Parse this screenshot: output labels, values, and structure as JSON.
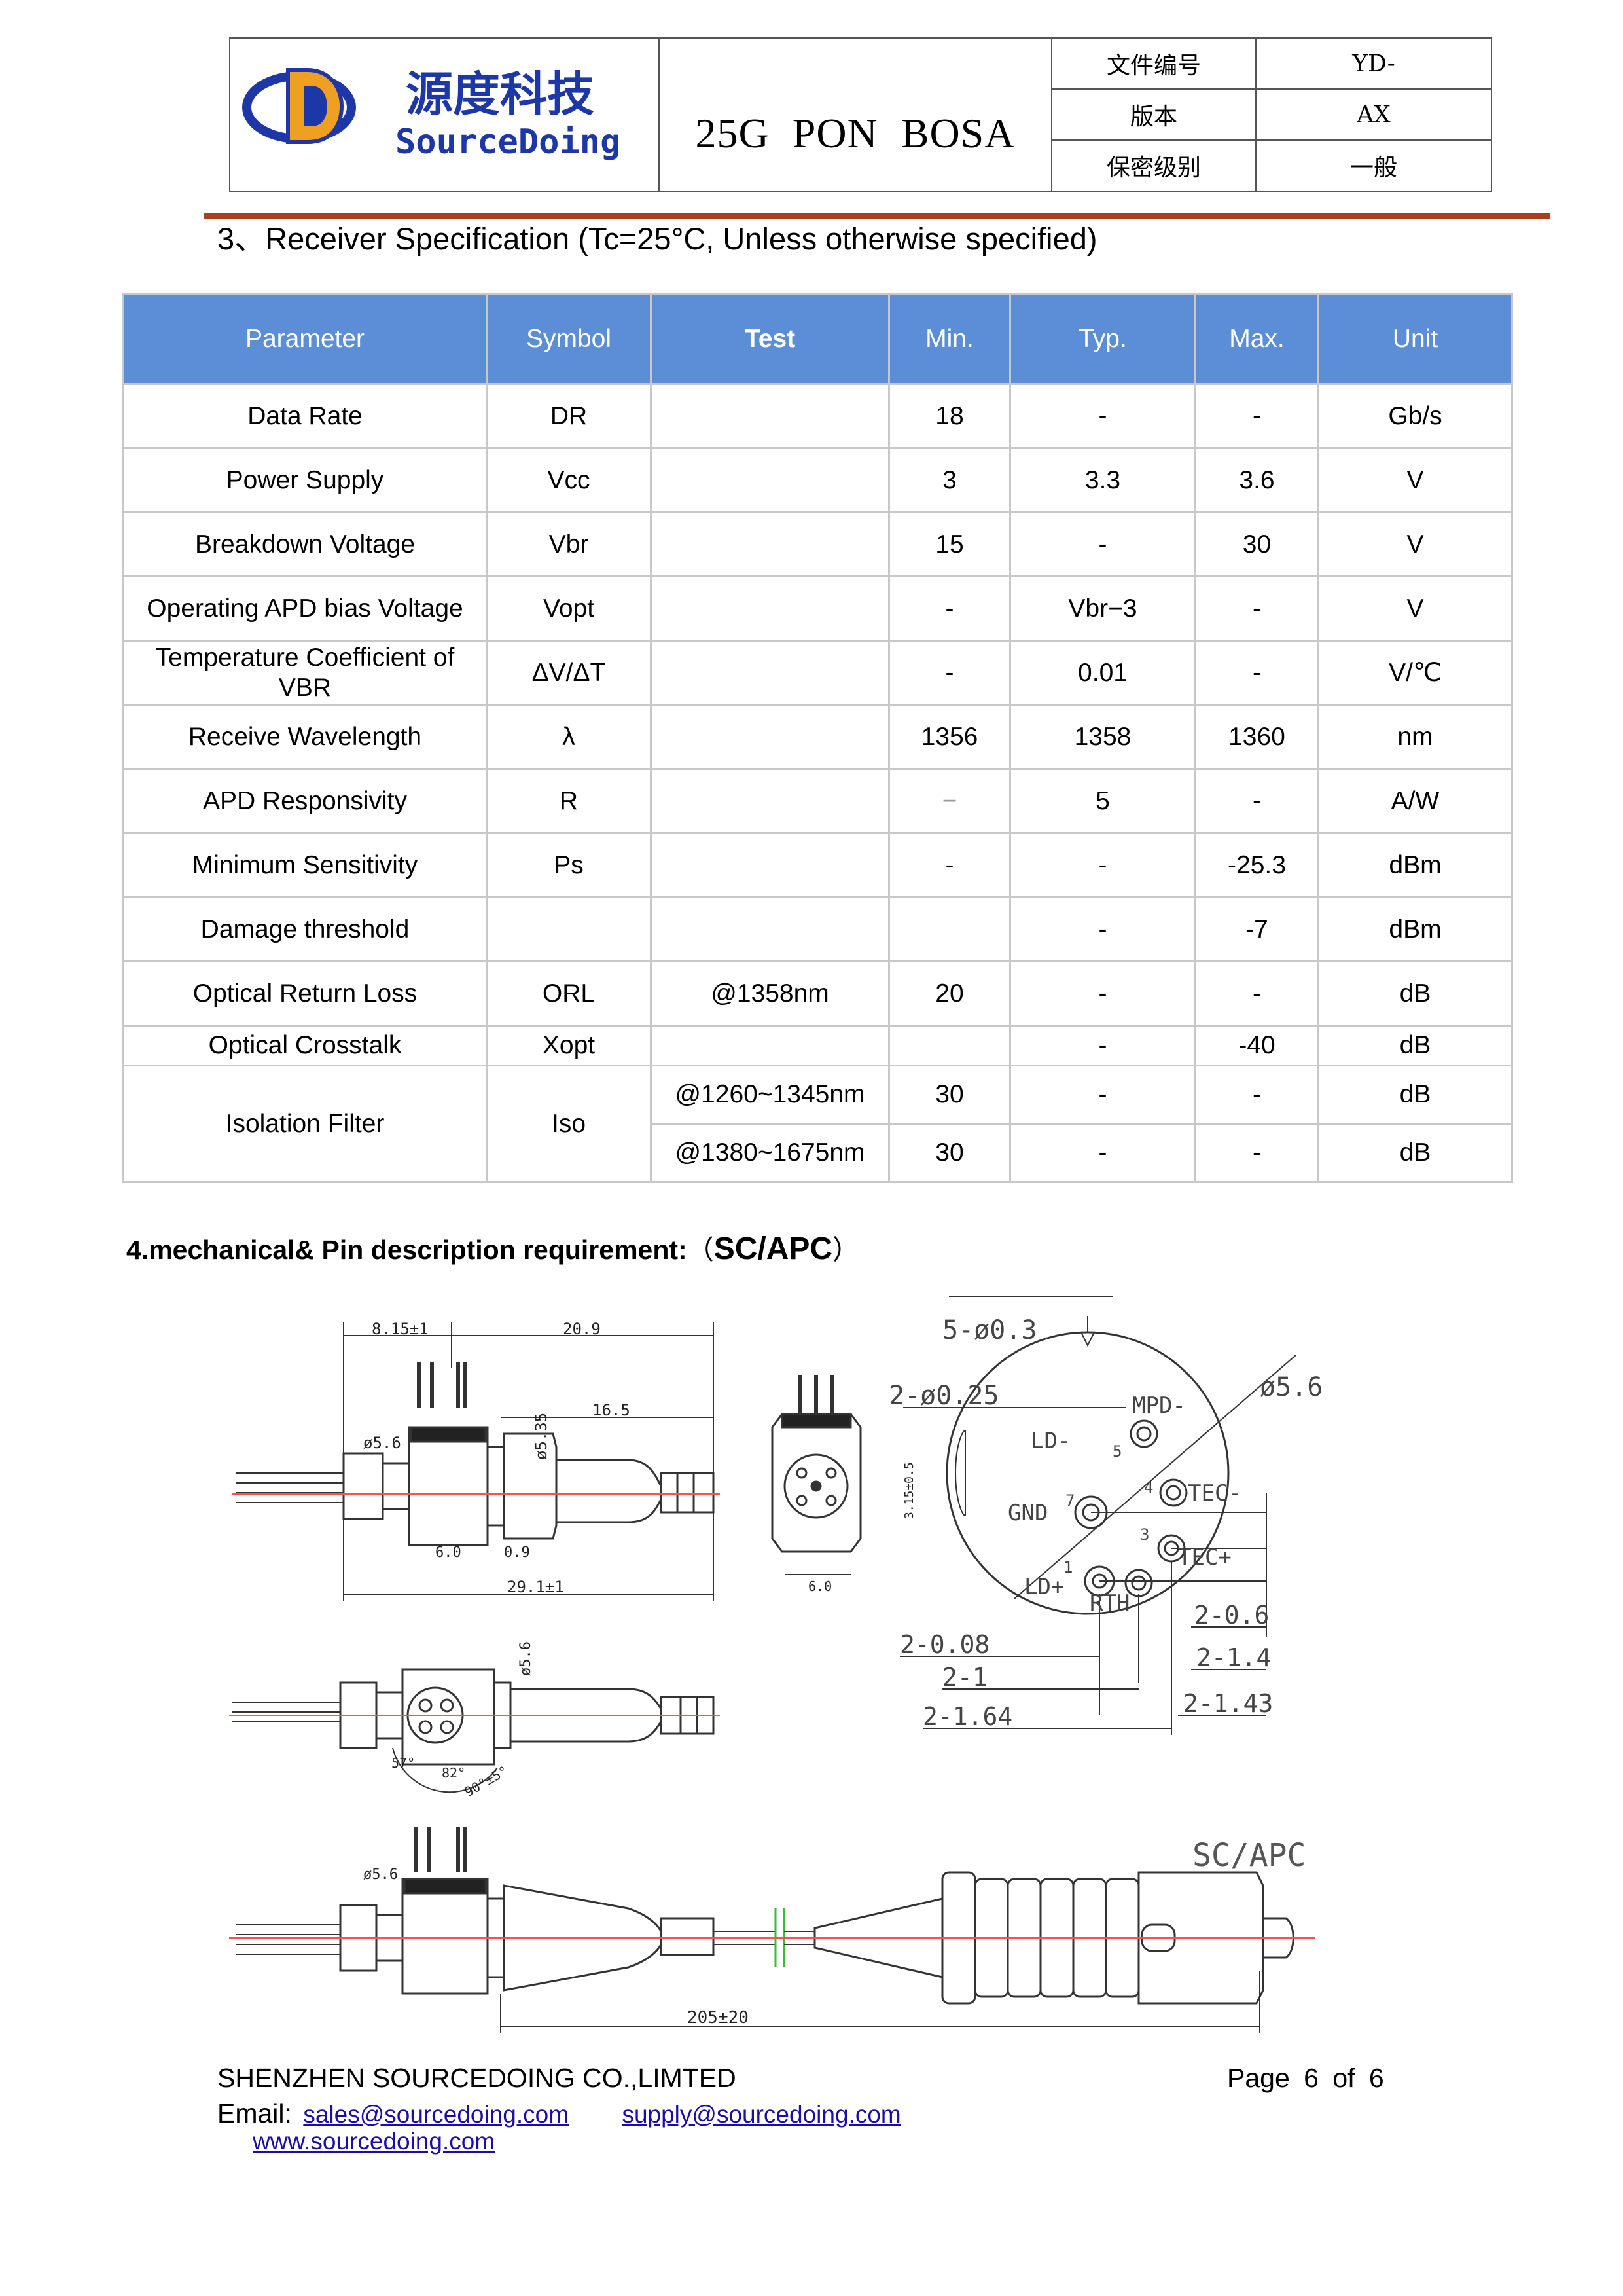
{
  "header": {
    "logo_cn": "源度科技",
    "logo_en": "SourceDoing",
    "doc_title": "25G PON BOSA",
    "meta": [
      {
        "key": "文件编号",
        "value": "YD-"
      },
      {
        "key": "版本",
        "value": "AX"
      },
      {
        "key": "保密级别",
        "value": "一般"
      }
    ]
  },
  "section3": {
    "title": "3、Receiver Specification (Tc=25°C, Unless otherwise specified)"
  },
  "table": {
    "headers": [
      "Parameter",
      "Symbol",
      "Test",
      "Min.",
      "Typ.",
      "Max.",
      "Unit"
    ],
    "rows": [
      [
        "Data Rate",
        "DR",
        "",
        "18",
        "-",
        "-",
        "Gb/s"
      ],
      [
        "Power Supply",
        "Vcc",
        "",
        "3",
        "3.3",
        "3.6",
        "V"
      ],
      [
        "Breakdown Voltage",
        "Vbr",
        "",
        "15",
        "-",
        "30",
        "V"
      ],
      [
        "Operating APD bias Voltage",
        "Vopt",
        "",
        "-",
        "Vbr−3",
        "-",
        "V"
      ],
      [
        "Temperature Coefficient of VBR",
        "ΔV/ΔT",
        "",
        "-",
        "0.01",
        "-",
        "V/℃"
      ],
      [
        "Receive Wavelength",
        "λ",
        "",
        "1356",
        "1358",
        "1360",
        "nm"
      ],
      [
        "APD Responsivity",
        "R",
        "",
        "−",
        "5",
        "-",
        "A/W"
      ],
      [
        "Minimum Sensitivity",
        "Ps",
        "",
        "-",
        "-",
        "-25.3",
        "dBm"
      ],
      [
        "Damage threshold",
        "",
        "",
        "",
        "-",
        "-7",
        "dBm"
      ],
      [
        "Optical Return Loss",
        "ORL",
        "@1358nm",
        "20",
        "-",
        "-",
        "dB"
      ],
      [
        "Optical Crosstalk",
        "Xopt",
        "",
        "",
        "-",
        "-40",
        "dB"
      ]
    ],
    "isolation": {
      "parameter": "Isolation Filter",
      "symbol": "Iso",
      "sub": [
        [
          "@1260~1345nm",
          "30",
          "-",
          "-",
          "dB"
        ],
        [
          "@1380~1675nm",
          "30",
          "-",
          "-",
          "dB"
        ]
      ]
    }
  },
  "section4": {
    "title": "4.mechanical& Pin description requirement:",
    "paren_open": "（",
    "paren_value": "SC/APC",
    "paren_close": "）"
  },
  "drawing": {
    "side": {
      "d1": "8.15±1",
      "d2": "20.9",
      "d3": "16.5",
      "d4": "ø5.6",
      "d5": "ø5.35",
      "d6": "6.0",
      "d7": "0.9",
      "d8": "29.1±1"
    },
    "front": {
      "d1": "6.0",
      "d2": "3.15±0.5"
    },
    "pin": {
      "holes": "5-ø0.3",
      "pads": "2-ø0.25",
      "dia": "ø5.6",
      "mpd": "MPD-",
      "ld_minus": "LD-",
      "gnd": "GND",
      "tec_minus": "TEC-",
      "tec_plus": "TEC+",
      "ld_plus": "LD+",
      "rth": "RTH",
      "n1": "1",
      "n3": "3",
      "n4": "4",
      "n5": "5",
      "n7": "7",
      "b1": "2-0.08",
      "b2": "2-1",
      "b3": "2-1.64",
      "r1": "2-0.6",
      "r2": "2-1.4",
      "r3": "2-1.43"
    },
    "top": {
      "d1": "ø5.6",
      "a1": "57°",
      "a2": "82°",
      "a3": "90°±5°"
    },
    "cable": {
      "d1": "ø5.6",
      "connector": "SC/APC",
      "length": "205±20"
    }
  },
  "footer": {
    "company": "SHENZHEN SOURCEDOING CO.,LIMTED",
    "page": "Page  6  of  6",
    "email_label": "Email:",
    "email1": "sales@sourcedoing.com",
    "email2": "supply@sourcedoing.com",
    "website": "www.sourcedoing.com"
  },
  "colors": {
    "accent_rule": "#a84020",
    "table_header": "#5b8ed6",
    "logo_blue": "#1d37a8",
    "logo_orange": "#f0a020"
  }
}
